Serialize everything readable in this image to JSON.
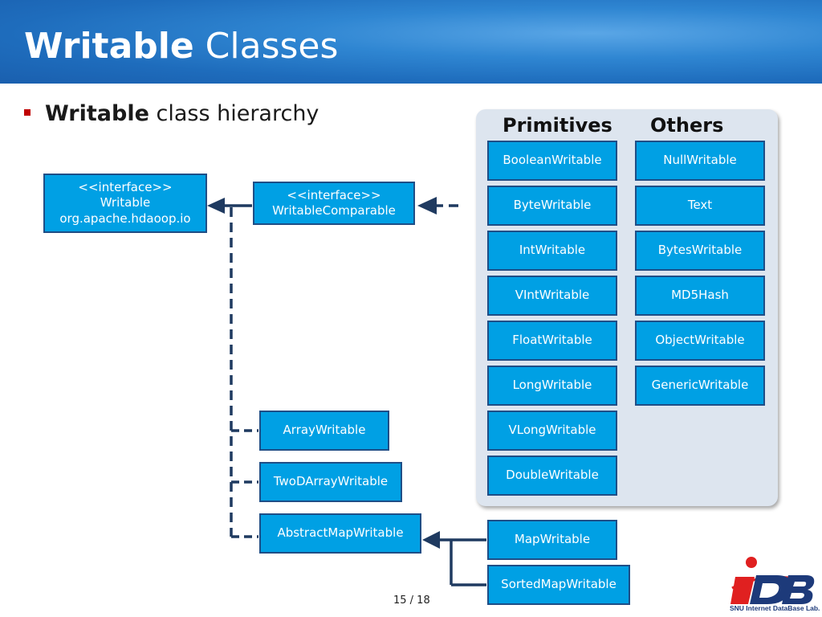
{
  "slide": {
    "title_bold": "Writable",
    "title_rest": " Classes",
    "bullet_bold": "Writable",
    "bullet_rest": " class hierarchy",
    "page_number": "15 / 18"
  },
  "diagram": {
    "writable": [
      "<<interface>>",
      "Writable",
      "org.apache.hdaoop.io"
    ],
    "writable_comparable": [
      "<<interface>>",
      "WritableComparable"
    ],
    "primitives_header": "Primitives",
    "others_header": "Others",
    "primitives": [
      "BooleanWritable",
      "ByteWritable",
      "IntWritable",
      "VIntWritable",
      "FloatWritable",
      "LongWritable",
      "VLongWritable",
      "DoubleWritable"
    ],
    "others": [
      "NullWritable",
      "Text",
      "BytesWritable",
      "MD5Hash",
      "ObjectWritable",
      "GenericWritable"
    ],
    "array_writable": "ArrayWritable",
    "two_d_array_writable": "TwoDArrayWritable",
    "abstract_map_writable": "AbstractMapWritable",
    "map_writable": "MapWritable",
    "sorted_map_writable": "SortedMapWritable"
  },
  "logo": {
    "mark": "iDB",
    "caption": "SNU Internet DataBase Lab."
  },
  "colors": {
    "box_fill": "#00a0e4",
    "box_border": "#1f4e86",
    "connector": "#1f3a60",
    "bullet": "#c00000",
    "header": "#1e6cbc"
  }
}
